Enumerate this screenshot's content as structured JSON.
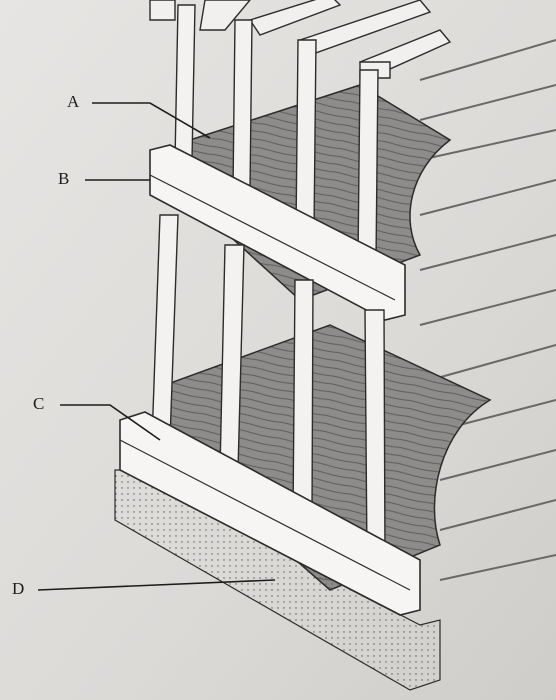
{
  "labels": {
    "a": "A",
    "b": "B",
    "c": "C",
    "d": "D"
  }
}
